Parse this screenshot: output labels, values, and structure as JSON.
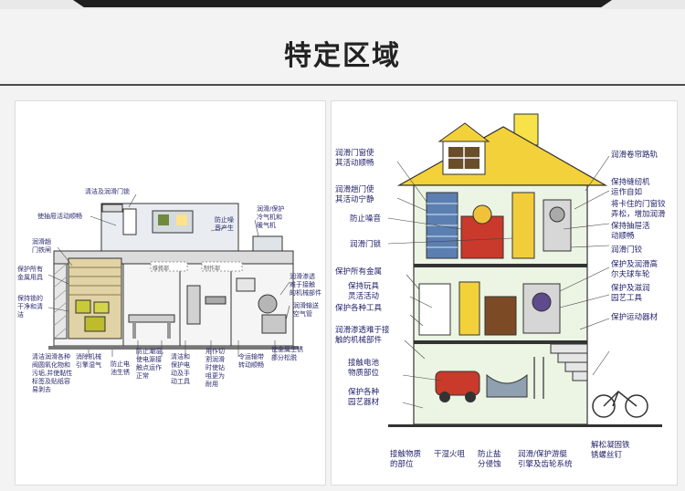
{
  "title": "特定区域",
  "left_diagram": {
    "rooms": [
      "维修部",
      "制作部"
    ],
    "labels": [
      "清洁及润滑门锁",
      "使抽屉活动顺畅",
      "润滑/保护\n冷气机和\n暖气机",
      "防止噪\n音产生",
      "润滑趟\n门铁闸",
      "保护所有\n金属用具",
      "保持锁的\n干净和清\n洁",
      "润滑渗透\n难于接触\n的机械部件",
      "润滑输送\n空气管",
      "清洁润滑各种\n阀圆氧化物和\n污垢,并使黏性\n标签及贴纸容\n易剥去",
      "消除机械\n引擎湿气",
      "防止电\n池生锈",
      "防止潮湿,\n使电源接\n触点运作\n正常",
      "清洁和\n保护电\n动及手\n动工具",
      "用作切\n割润滑\n时使钻\n咀更为\n耐用",
      "令运输带\n转动顺畅",
      "使金属生锈\n部分松脱"
    ]
  },
  "right_diagram": {
    "labels": [
      "润滑门窗使\n其活动顺畅",
      "润滑趟门使\n其活动宁静",
      "防止噪音",
      "润滑门锁",
      "保护所有金属",
      "保持玩具\n灵活活动",
      "保护各种工具",
      "润滑渗透难于接\n触的机械部件",
      "接触电池\n物质部位",
      "保护各种\n园艺器材",
      "接触物质\n的部位",
      "干湿火咀",
      "防止盐\n分侵蚀",
      "润滑/保护游艇\n引擎及齿轮系统",
      "解松凝固铁\n锈螺丝钉",
      "润滑卷帘路轨",
      "保持缝纫机\n运作自如",
      "将卡住的门窗铰\n弄松，增加润滑",
      "保持抽屉活\n动顺畅",
      "润滑门铰",
      "保护及润滑高\n尔夫球车轮",
      "保护及滋润\n园艺工具",
      "保护运动器材"
    ]
  }
}
